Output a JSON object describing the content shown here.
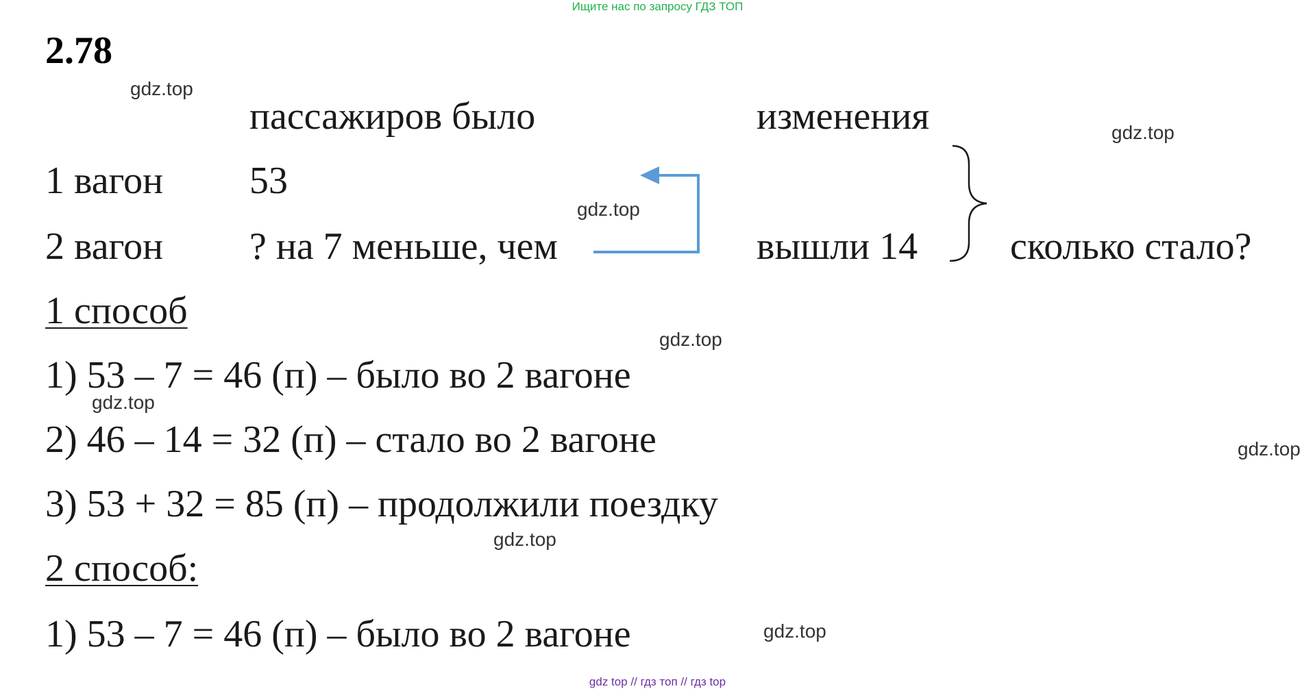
{
  "banner": "Ищите нас по запросу ГДЗ ТОП",
  "problem_number": "2.78",
  "header": {
    "col1": "пассажиров было",
    "col2": "изменения"
  },
  "rows": [
    {
      "label": "1 вагон",
      "value": "53",
      "change": ""
    },
    {
      "label": "2 вагон",
      "value": "? на 7 меньше, чем",
      "change": "вышли 14"
    }
  ],
  "question": "сколько стало?",
  "method1": {
    "title": "1 способ",
    "steps": [
      "1) 53 – 7 = 46 (п) – было во 2 вагоне",
      "2) 46 – 14 = 32 (п) – стало во 2 вагоне",
      "3) 53 + 32 = 85 (п) – продолжили поездку"
    ]
  },
  "method2": {
    "title": "2 способ:",
    "steps": [
      "1) 53 – 7 = 46 (п) – было во 2 вагоне"
    ]
  },
  "watermarks": [
    "gdz.top",
    "gdz.top",
    "gdz.top",
    "gdz.top",
    "gdz.top",
    "gdz.top",
    "gdz.top",
    "gdz.top"
  ],
  "footer": "gdz top  //  гдз топ  //  гдз top",
  "colors": {
    "arrow": "#5b9bd5",
    "banner": "#22b14c",
    "footer": "#6b2fa0"
  }
}
